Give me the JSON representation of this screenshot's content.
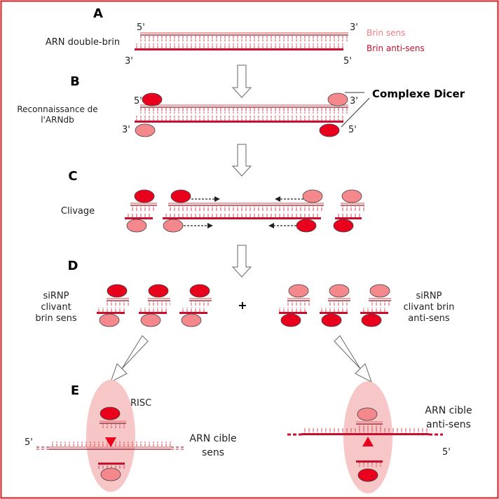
{
  "steps": {
    "A": {
      "letter": "A",
      "label": "ARN double-brin",
      "end_top_left": "5'",
      "end_top_right": "3'",
      "end_bottom_left": "3'",
      "end_bottom_right": "5'",
      "legend_sense": "Brin sens",
      "legend_antisense": "Brin anti-sens"
    },
    "B": {
      "letter": "B",
      "label_line1": "Reconnaissance de",
      "label_line2": "l'ARNdb",
      "end_top_left": "5'",
      "end_top_right": "3'",
      "end_bottom_left": "3'",
      "end_bottom_right": "5'",
      "dicer_label": "Complexe Dicer"
    },
    "C": {
      "letter": "C",
      "label": "Clivage"
    },
    "D": {
      "letter": "D",
      "left_label": [
        "siRNP",
        "clivant",
        "brin sens"
      ],
      "plus": "+",
      "right_label": [
        "siRNP",
        "clivant brin",
        "anti-sens"
      ]
    },
    "E": {
      "letter": "E",
      "risc_label": "RISC",
      "left_end": "5'",
      "left_target": [
        "ARN cible",
        "sens"
      ],
      "right_target": [
        "ARN cible",
        "anti-sens"
      ],
      "right_end": "5'"
    }
  },
  "colors": {
    "border": "#d22026",
    "sense_strand": "#f08080",
    "antisense_strand": "#c8102e",
    "dark_subunit": "#e8001c",
    "light_subunit": "#f4888c",
    "risc_halo": "#f7c6c6"
  }
}
